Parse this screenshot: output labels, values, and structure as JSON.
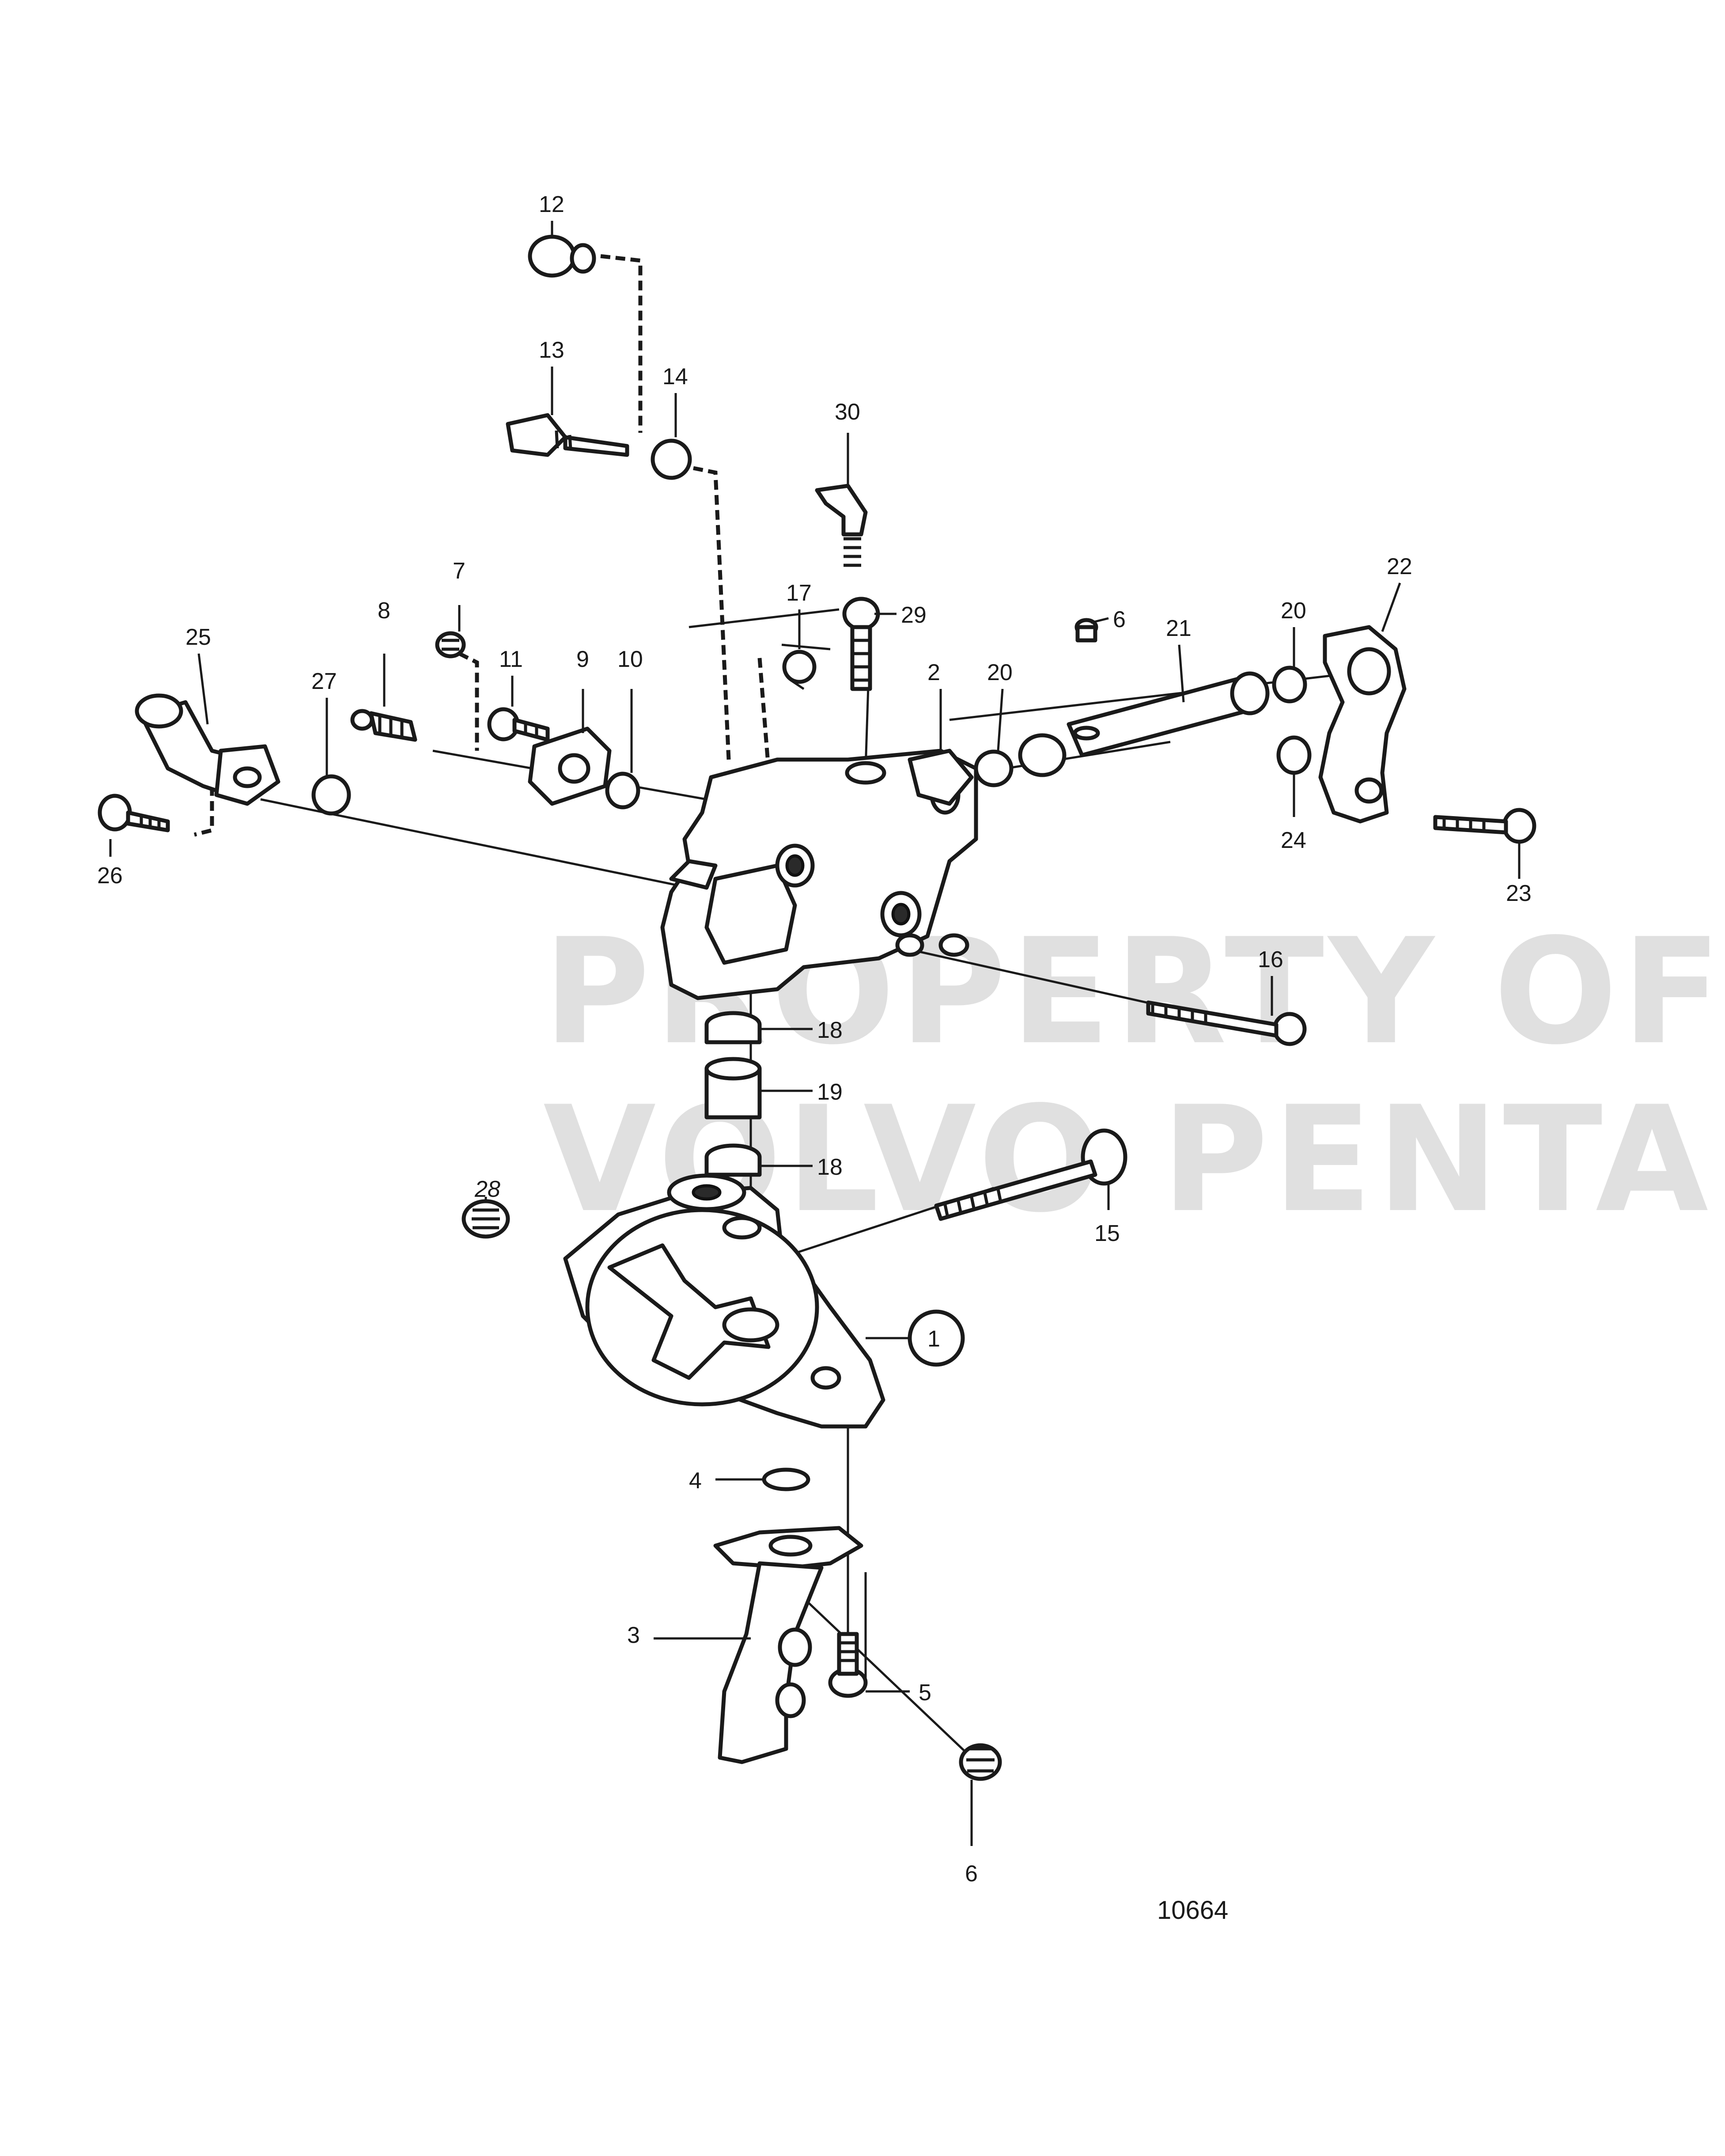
{
  "figure_number": "10664",
  "watermark": {
    "line1": "PROPERTY OF",
    "line2": "VOLVO PENTA"
  },
  "callouts": {
    "p1": "1",
    "p2": "2",
    "p3": "3",
    "p4": "4",
    "p5": "5",
    "p6a": "6",
    "p6b": "6",
    "p7": "7",
    "p8": "8",
    "p9": "9",
    "p10": "10",
    "p11": "11",
    "p12": "12",
    "p13": "13",
    "p14": "14",
    "p15": "15",
    "p16": "16",
    "p17": "17",
    "p18a": "18",
    "p18b": "18",
    "p19": "19",
    "p20a": "20",
    "p20b": "20",
    "p21": "21",
    "p22": "22",
    "p23": "23",
    "p24": "24",
    "p25": "25",
    "p26": "26",
    "p27": "27",
    "p28": "28",
    "p29": "29",
    "p30": "30"
  }
}
